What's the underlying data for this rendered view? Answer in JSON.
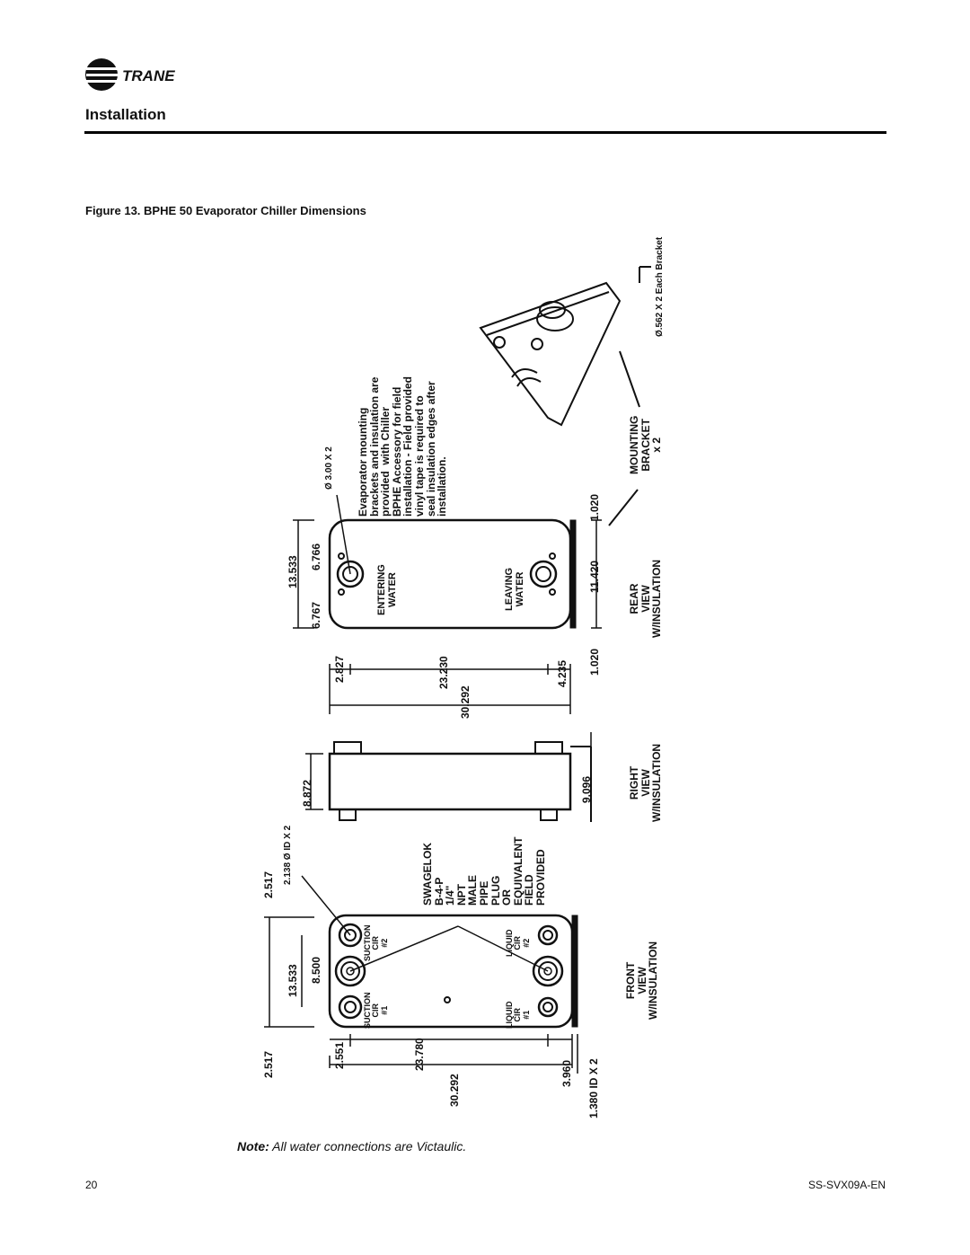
{
  "header": {
    "logo_text": "TRANE",
    "section": "Installation"
  },
  "figure": {
    "caption": "Figure 13. BPHE 50 Evaporator Chiller Dimensions",
    "front_view": {
      "label": [
        "FRONT",
        "VIEW",
        "W/INSULATION"
      ],
      "dims": {
        "height_total": "13.533",
        "height_inner": "8.500",
        "top_offset": "2.517",
        "bottom_offset": "2.517",
        "left_offset": "2.551",
        "center_span": "23.780",
        "overall_length": "30.292",
        "right_offset": "3.960",
        "right_id": "1.380 ID X 2",
        "top_id": "2.138 Ø ID X 2"
      },
      "ports": {
        "suction1": [
          "SUCTION",
          "CIR",
          "#1"
        ],
        "suction2": [
          "SUCTION",
          "CIR",
          "#2"
        ],
        "liquid1": [
          "LIQUID",
          "CIR",
          "#1"
        ],
        "liquid2": [
          "LIQUID",
          "CIR",
          "#2"
        ]
      },
      "connection_note": [
        "SWAGELOK",
        "B-4-P",
        "1/4\"",
        "NPT",
        "MALE",
        "PIPE",
        "PLUG",
        "OR",
        "EQUIVALENT",
        "FIELD",
        "PROVIDED"
      ]
    },
    "right_view": {
      "label": [
        "RIGHT",
        "VIEW",
        "W/INSULATION"
      ],
      "dims": {
        "height": "8.872",
        "depth": "9.096"
      }
    },
    "rear_view": {
      "label": [
        "REAR",
        "VIEW",
        "W/INSULATION"
      ],
      "dims": {
        "height_total": "13.533",
        "half_a": "6.767",
        "half_b": "6.766",
        "left_offset": "2.827",
        "center_span": "23.230",
        "overall_length": "30.292",
        "right_offset": "4.235",
        "depth_a": "1.020",
        "depth_b": "11.420",
        "depth_c": "1.020",
        "hole": "Ø 3.00 X 2"
      },
      "entering_water": [
        "ENTERING",
        "WATER"
      ],
      "leaving_water": [
        "LEAVING",
        "WATER"
      ]
    },
    "mounting": {
      "label": [
        "MOUNTING",
        "BRACKET",
        "x 2"
      ],
      "hole_note": "Ø.562 X 2 Each Bracket",
      "note_lines": [
        "Evaporator mounting",
        "brackets and insulation are",
        "provided  with Chiller",
        "BPHE Accessory for field",
        "installation - Field provided",
        "vinyl tape is required to",
        "seal insulation edges after",
        "installation."
      ]
    }
  },
  "note": {
    "label": "Note:",
    "text": "All water connections are Victaulic."
  },
  "footer": {
    "page": "20",
    "doc_id": "SS-SVX09A-EN"
  }
}
